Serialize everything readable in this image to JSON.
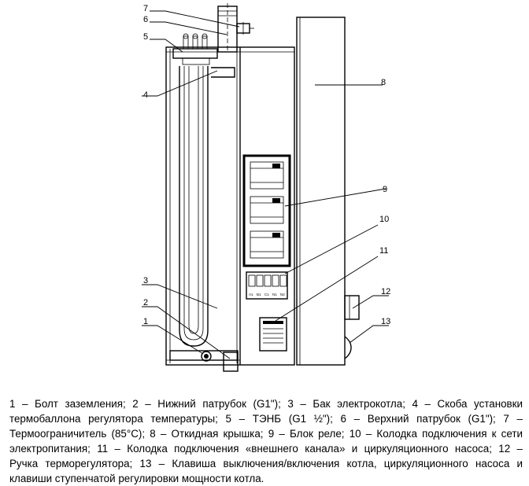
{
  "callouts": [
    {
      "id": "1",
      "label": "1"
    },
    {
      "id": "2",
      "label": "2"
    },
    {
      "id": "3",
      "label": "3"
    },
    {
      "id": "4",
      "label": "4"
    },
    {
      "id": "5",
      "label": "5"
    },
    {
      "id": "6",
      "label": "6"
    },
    {
      "id": "7",
      "label": "7"
    },
    {
      "id": "8",
      "label": "8"
    },
    {
      "id": "9",
      "label": "9"
    },
    {
      "id": "10",
      "label": "10"
    },
    {
      "id": "11",
      "label": "11"
    },
    {
      "id": "12",
      "label": "12"
    },
    {
      "id": "13",
      "label": "13"
    }
  ],
  "terminal_labels": [
    "A1",
    "B1",
    "C1",
    "N1",
    "N2"
  ],
  "caption": {
    "lines": [
      "1 – Болт заземления; 2 – Нижний патрубок (G1\"); 3 – Бак электрокотла; 4 – Скоба установки",
      "термобаллона регулятора температуры; 5 – ТЭНБ (G1 ½\"); 6 – Верхний патрубок (G1\"); 7 –",
      "Термоограничитель (85°C); 8 – Откидная крышка; 9 – Блок реле; 10 – Колодка подключения к сети",
      "электропитания; 11 – Колодка подключения «внешнего канала» и циркуляционного насоса; 12 –",
      "Ручка терморегулятора; 13 – Клавиша выключения/включения котла, циркуляционного насоса и",
      "клавиши ступенчатой регулировки мощности котла."
    ]
  }
}
